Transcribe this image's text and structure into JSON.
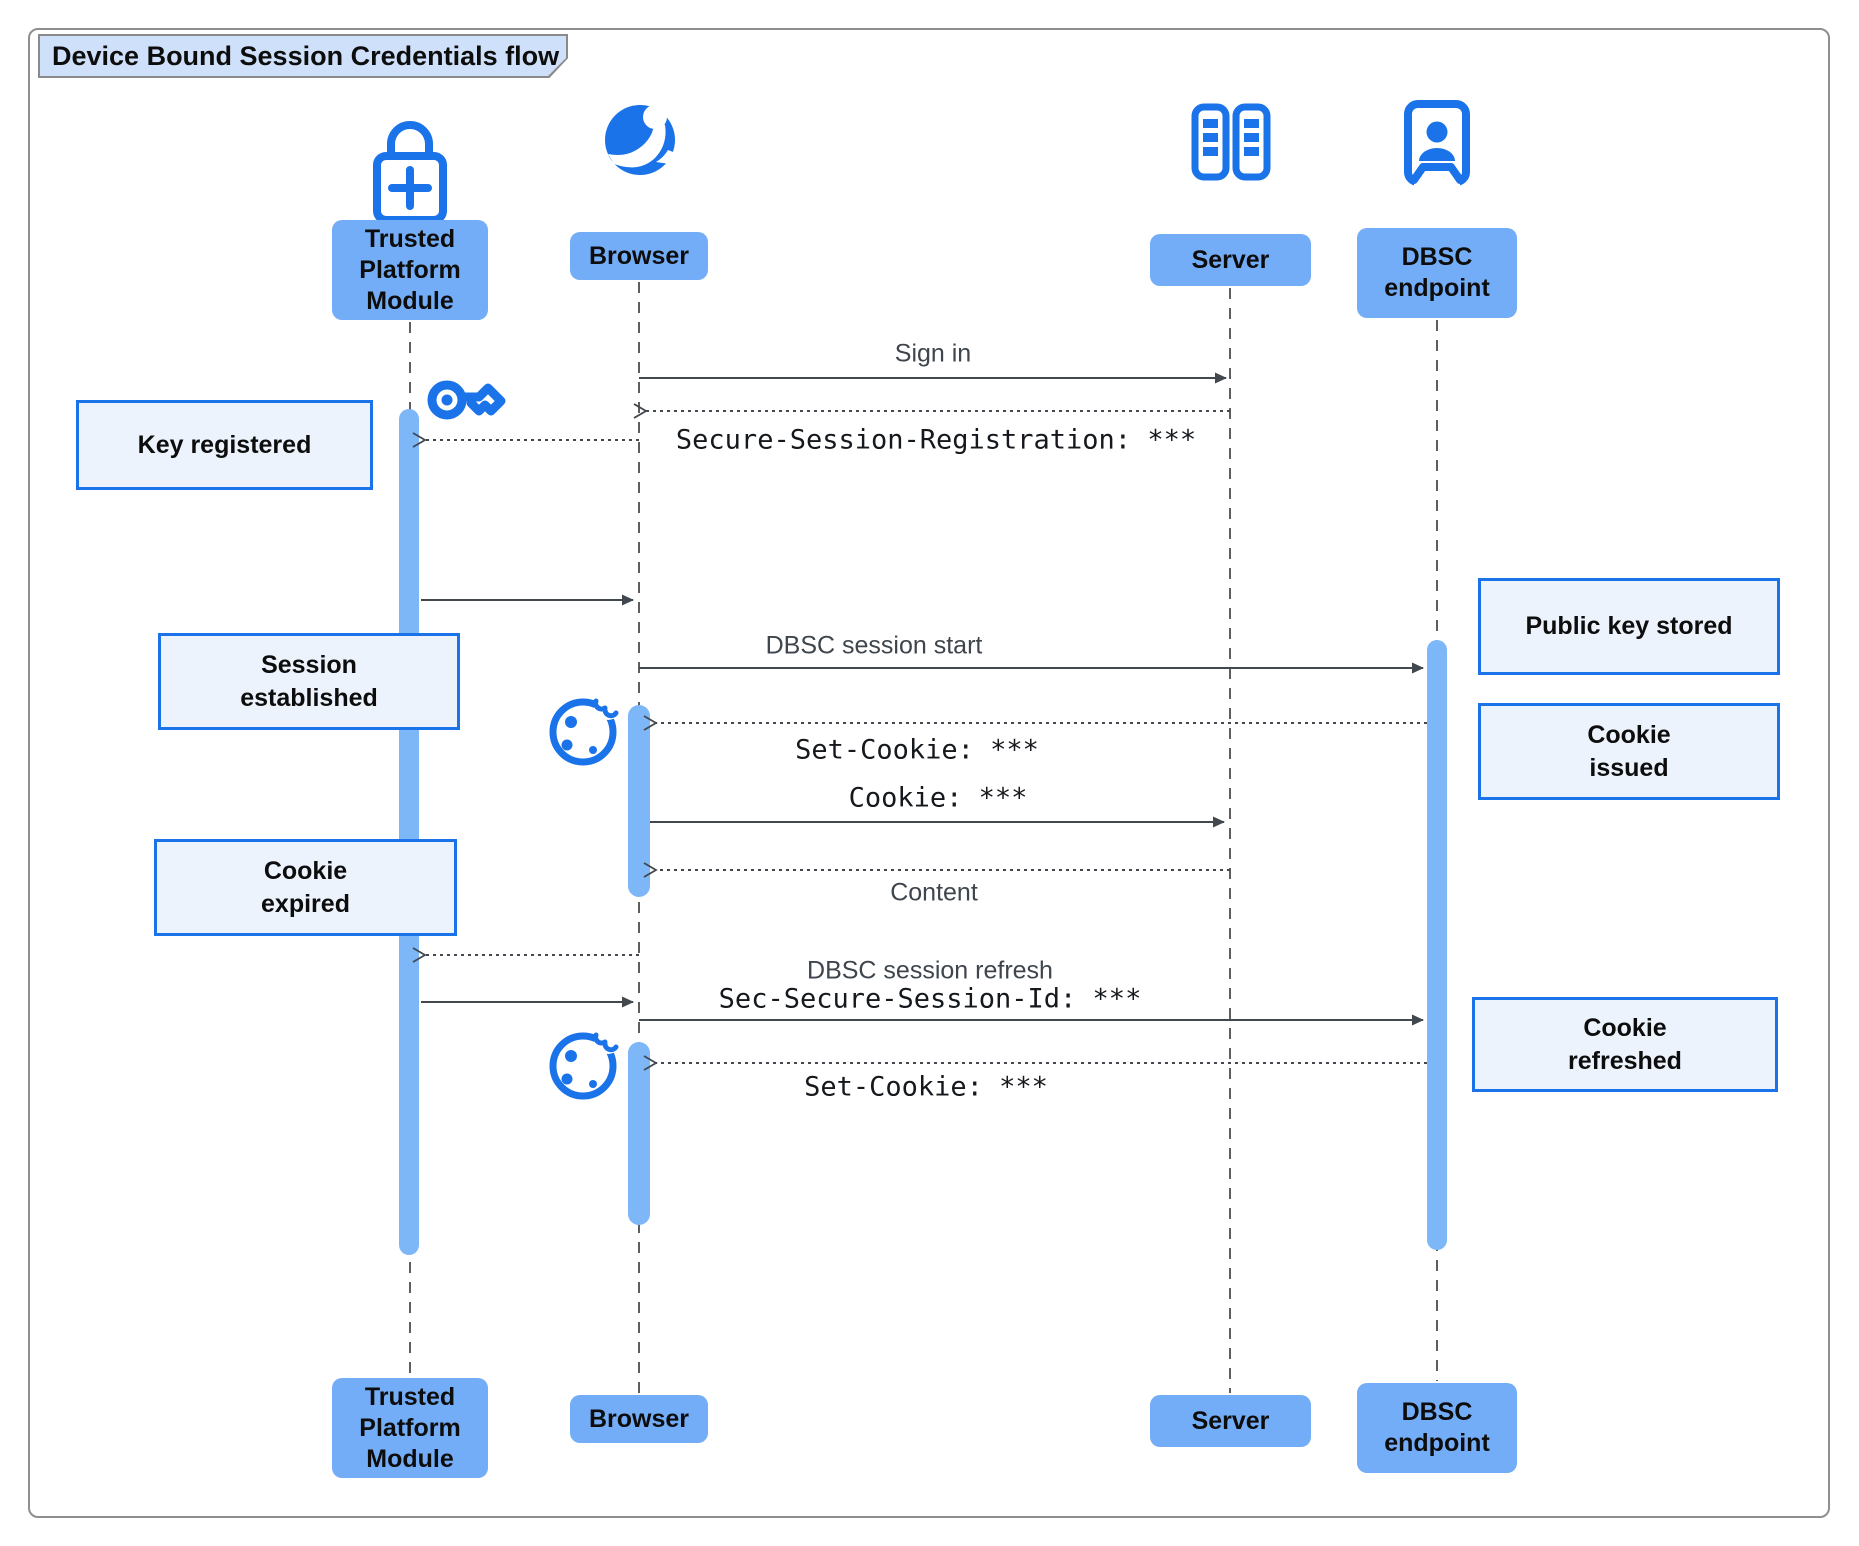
{
  "title": "Device Bound Session Credentials flow",
  "actors": {
    "tpm": {
      "label": "Trusted\nPlatform\nModule"
    },
    "browser": {
      "label": "Browser"
    },
    "server": {
      "label": "Server"
    },
    "dbsc": {
      "label": "DBSC\nendpoint"
    }
  },
  "messages": {
    "sign_in": "Sign in",
    "registration": "Secure-Session-Registration: ***",
    "dbsc_start": "DBSC session start",
    "set_cookie_1": "Set-Cookie: ***",
    "cookie": "Cookie: ***",
    "content": "Content",
    "refresh_line1": "DBSC session refresh",
    "refresh_line2": "Sec-Secure-Session-Id: ***",
    "set_cookie_2": "Set-Cookie: ***"
  },
  "notes": {
    "key_registered": "Key registered",
    "session_established": "Session\nestablished",
    "cookie_expired": "Cookie\nexpired",
    "public_key_stored": "Public key stored",
    "cookie_issued": "Cookie\nissued",
    "cookie_refreshed": "Cookie\nrefreshed"
  },
  "icons": {
    "tpm": "lock-plus-icon",
    "browser": "globe-icon",
    "server": "server-racks-icon",
    "dbsc": "door-person-icon",
    "key": "key-icon",
    "cookie": "cookie-icon"
  },
  "colors": {
    "icon_blue": "#1a73e8",
    "actor_fill": "#74adf7",
    "activation_fill": "#7db7f8",
    "note_fill": "#edf3fc",
    "note_border": "#1a73e8",
    "title_fill": "#cfe1fa",
    "line": "#43484f"
  }
}
